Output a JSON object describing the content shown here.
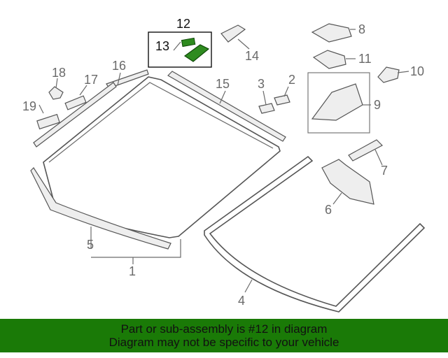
{
  "callouts": {
    "n1": "1",
    "n2": "2",
    "n3": "3",
    "n4": "4",
    "n5": "5",
    "n6": "6",
    "n7": "7",
    "n8": "8",
    "n9": "9",
    "n10": "10",
    "n11": "11",
    "n12": "12",
    "n13": "13",
    "n14": "14",
    "n15": "15",
    "n16": "16",
    "n17": "17",
    "n18": "18",
    "n19": "19"
  },
  "highlight": {
    "part": "12",
    "color": "#2e8b1f"
  },
  "banner": {
    "line1": "Part or sub-assembly is #12 in diagram",
    "line2": "Diagram may not be specific to your vehicle",
    "color": "#1a7a07"
  }
}
